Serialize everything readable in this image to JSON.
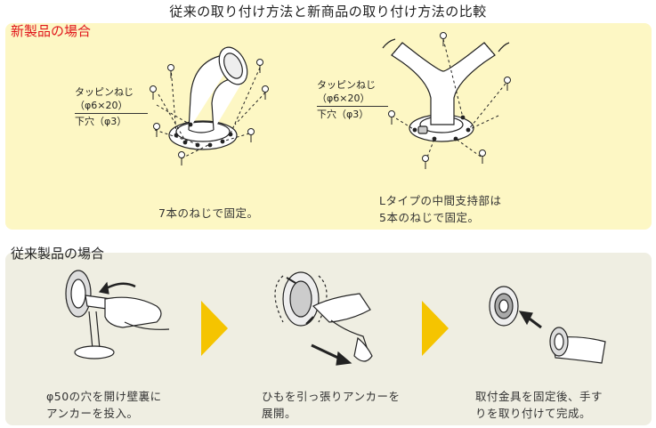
{
  "title": "従来の取り付け方法と新商品の取り付け方法の比較",
  "new_section": {
    "heading": "新製品の場合",
    "diagram1": {
      "screw_label": "タッピンねじ",
      "screw_size": "（φ6×20）",
      "hole_label": "下穴（φ3）",
      "caption": "7本のねじで固定。"
    },
    "diagram2": {
      "screw_label": "タッピンねじ",
      "screw_size": "（φ6×20）",
      "hole_label": "下穴（φ3）",
      "caption_line1": "Lタイプの中間支持部は",
      "caption_line2": "5本のねじで固定。"
    }
  },
  "old_section": {
    "heading": "従来製品の場合",
    "steps": [
      {
        "line1": "φ50の穴を開け壁裏に",
        "line2": "アンカーを投入。"
      },
      {
        "line1": "ひもを引っ張りアンカーを",
        "line2": "展開。"
      },
      {
        "line1": "取付金具を固定後、手す",
        "line2": "りを取り付けて完成。"
      }
    ],
    "arrow_color": "#f5c400"
  }
}
